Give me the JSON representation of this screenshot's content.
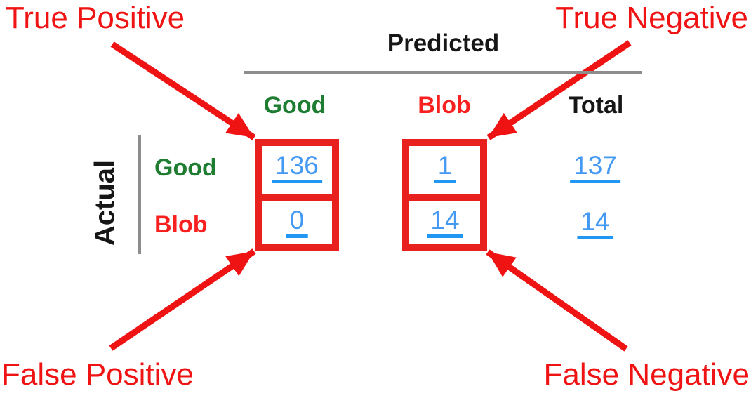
{
  "figure": {
    "annotations": {
      "top_left": "True Positive",
      "top_right": "True Negative",
      "bottom_left": "False Positive",
      "bottom_right": "False Negative"
    },
    "table": {
      "predicted_header": "Predicted",
      "actual_header": "Actual",
      "columns": {
        "col1": "Good",
        "col2": "Blob",
        "col3": "Total"
      },
      "rows": [
        {
          "label": "Good",
          "good": "136",
          "blob": "1",
          "total": "137"
        },
        {
          "label": "Blob",
          "good": "0",
          "blob": "14",
          "total": "14"
        }
      ]
    },
    "colors": {
      "annotation_red": "#f01313",
      "box_red": "#e8211e",
      "label_green": "#1f7d32",
      "label_red": "#fb2020",
      "link_blue": "#4499f2",
      "underline_blue": "#2196f3",
      "line_gray": "#8d8d8d",
      "text_black": "#161616"
    }
  },
  "chart_data": {
    "type": "table",
    "title": "Confusion matrix (Actual vs Predicted)",
    "columns": [
      "Good",
      "Blob",
      "Total"
    ],
    "row_labels": [
      "Good",
      "Blob"
    ],
    "values": [
      [
        136,
        1,
        137
      ],
      [
        0,
        14,
        14
      ]
    ],
    "annotation_targets": {
      "True Positive": "Actual Good / Predicted Good = 136",
      "True Negative": "Actual Good / Predicted Blob = 1",
      "False Positive": "Actual Blob / Predicted Good = 0",
      "False Negative": "Actual Blob / Predicted Blob = 14"
    },
    "legend_position": "corners",
    "grid": false
  }
}
